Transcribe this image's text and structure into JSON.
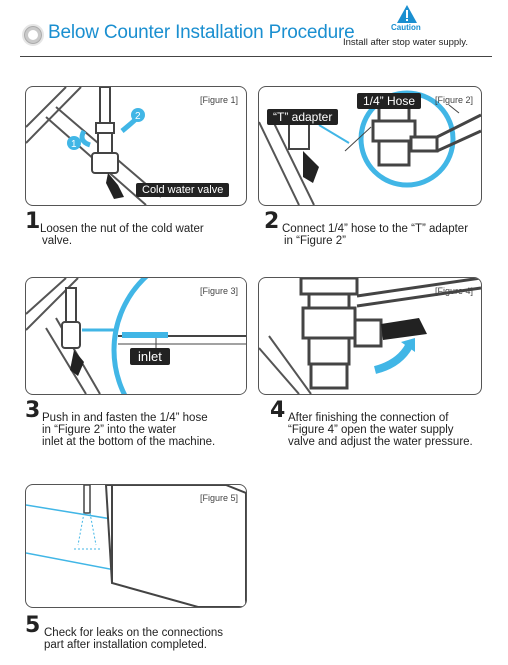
{
  "header": {
    "title": "Below Counter Installation Procedure",
    "caution_label": "Caution",
    "caution_text": "Install after stop water supply."
  },
  "figures": [
    {
      "label": "[Figure 1]",
      "tags": [
        "Cold water valve"
      ],
      "arrow_numbers": [
        "1",
        "2"
      ]
    },
    {
      "label": "[Figure 2]",
      "tags": [
        "“T” adapter",
        "1/4” Hose"
      ]
    },
    {
      "label": "[Figure 3]",
      "tags": [
        "inlet"
      ]
    },
    {
      "label": "[Figure 4]",
      "tags": []
    },
    {
      "label": "[Figure 5]",
      "tags": []
    }
  ],
  "steps": [
    {
      "number": "1",
      "line1": "Loosen the nut of the cold water",
      "line2": "valve."
    },
    {
      "number": "2",
      "line1": "Connect 1/4” hose to the “T” adapter",
      "line2": "in “Figure 2”"
    },
    {
      "number": "3",
      "line1": "Push in and fasten the 1/4” hose",
      "line2": "in “Figure 2” into the water",
      "line3": "inlet at the bottom of the machine."
    },
    {
      "number": "4",
      "line1": "After finishing the connection of",
      "line2": "“Figure 4” open the water supply",
      "line3": "valve and adjust the water pressure."
    },
    {
      "number": "5",
      "line1": "Check for leaks on the connections",
      "line2": "part after installation completed."
    }
  ],
  "colors": {
    "accent": "#1a8fd0",
    "figure_blue": "#41b6e6"
  }
}
